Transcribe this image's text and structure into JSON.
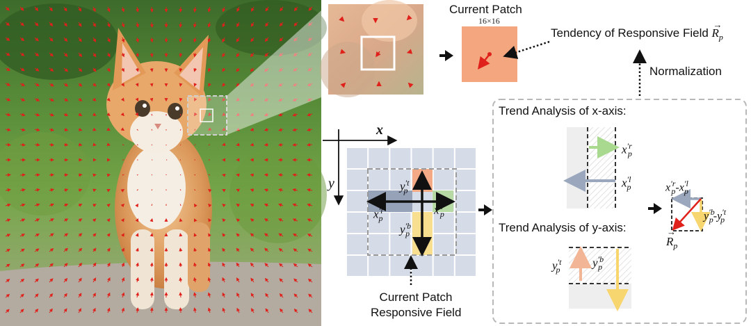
{
  "labels": {
    "current_patch": "Current Patch",
    "patch_size": "16×16",
    "tendency": "Tendency of Responsive Field",
    "tendency_symbol": "R",
    "tendency_sub": "p",
    "normalization": "Normalization",
    "trend_x": "Trend Analysis of x-axis:",
    "trend_y": "Trend Analysis of y-axis:",
    "current_patch_rf_line1": "Current Patch",
    "current_patch_rf_line2": "Responsive Field",
    "axis_x": "x",
    "axis_y": "y"
  },
  "math": {
    "x_r": "x′rp",
    "x_l": "x′lp",
    "y_t": "y′tp",
    "y_b": "y′bp",
    "x_diff": "x′rp - x′lp",
    "y_diff": "y′bp - y′tp",
    "R_p": "Rp"
  },
  "colors": {
    "arrow_red": "#e0201a",
    "patch_orange": "#f4a77f",
    "green": "#b7d9a3",
    "yellow": "#f7df8f",
    "blue_gray": "#9aa7bd",
    "grid_cell": "#d5dbe7",
    "dashed_gray": "#b8b8b8"
  },
  "grid": {
    "rows": 6,
    "cols": 6
  }
}
